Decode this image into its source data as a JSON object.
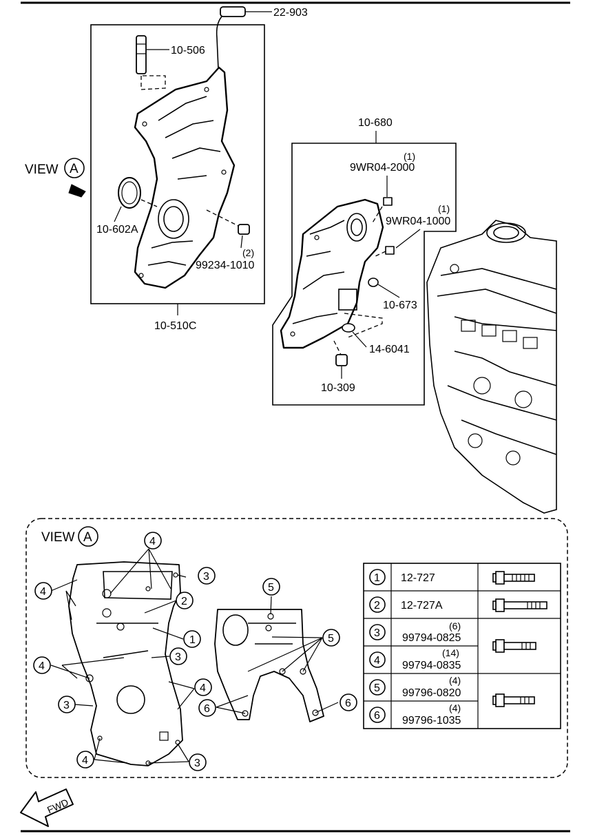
{
  "top_labels": {
    "sensor": "22-903",
    "dowel": "10-506",
    "view_word": "VIEW",
    "view_letter": "A",
    "oring": "10-602A",
    "plug_qty": "(2)",
    "plug": "99234-1010",
    "cover_assy": "10-510C",
    "cover2_assy": "10-680",
    "part_a_qty": "(1)",
    "part_a": "9WR04-2000",
    "part_b_qty": "(1)",
    "part_b": "9WR04-1000",
    "seal1": "10-673",
    "seal2": "14-6041",
    "bushing": "10-309"
  },
  "view_a": {
    "title_word": "VIEW",
    "title_letter": "A",
    "callouts_left": [
      "4",
      "4",
      "4",
      "3",
      "4",
      "3",
      "2",
      "1",
      "3",
      "4",
      "3"
    ],
    "callouts_right": [
      "5",
      "5",
      "6",
      "6"
    ]
  },
  "bolt_table": {
    "rows": [
      {
        "num": "1",
        "part": "12-727",
        "qty": ""
      },
      {
        "num": "2",
        "part": "12-727A",
        "qty": ""
      },
      {
        "num": "3",
        "part": "99794-0825",
        "qty": "(6)"
      },
      {
        "num": "4",
        "part": "99794-0835",
        "qty": "(14)"
      },
      {
        "num": "5",
        "part": "99796-0820",
        "qty": "(4)"
      },
      {
        "num": "6",
        "part": "99796-1035",
        "qty": "(4)"
      }
    ]
  },
  "fwd_label": "FWD"
}
